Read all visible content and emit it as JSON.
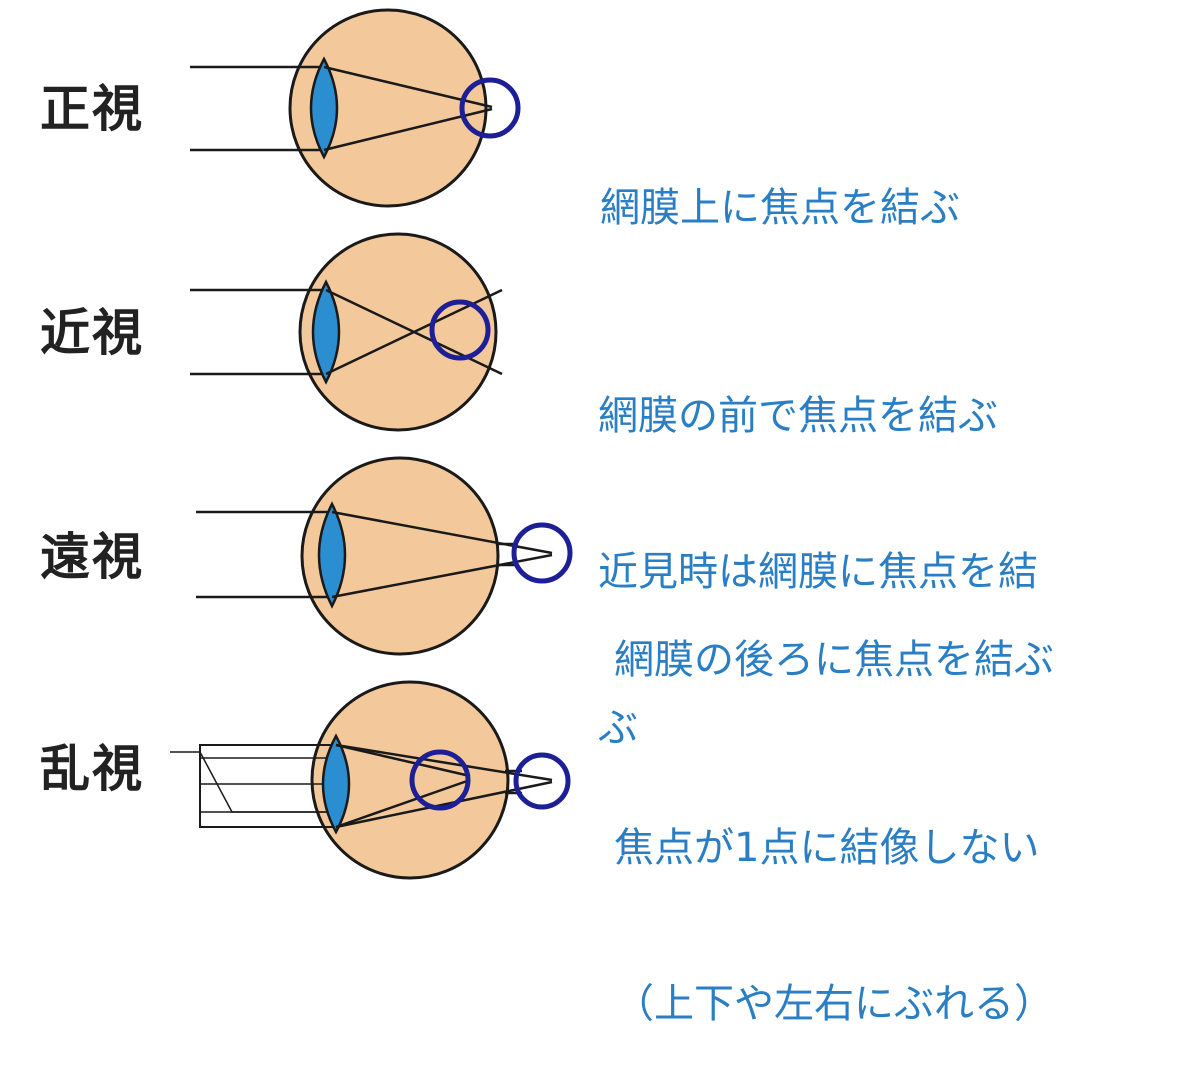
{
  "colors": {
    "eyeball_fill": "#f3c99b",
    "lens_fill": "#2b8ed0",
    "focus_ring": "#1c1f96",
    "desc_text": "#2a7ec4",
    "label_text": "#222222"
  },
  "rows": [
    {
      "id": "normal",
      "label": "正視",
      "desc_lines": [
        "網膜上に焦点を結ぶ"
      ]
    },
    {
      "id": "myopia",
      "label": "近視",
      "desc_lines": [
        "網膜の前で焦点を結ぶ",
        "近見時は網膜に焦点を結",
        "ぶ"
      ]
    },
    {
      "id": "hyperopia",
      "label": "遠視",
      "desc_lines": [
        "網膜の後ろに焦点を結ぶ"
      ]
    },
    {
      "id": "astigmatism",
      "label": "乱視",
      "desc_lines": [
        "焦点が1点に結像しない",
        "（上下や左右にぶれる）"
      ]
    }
  ]
}
